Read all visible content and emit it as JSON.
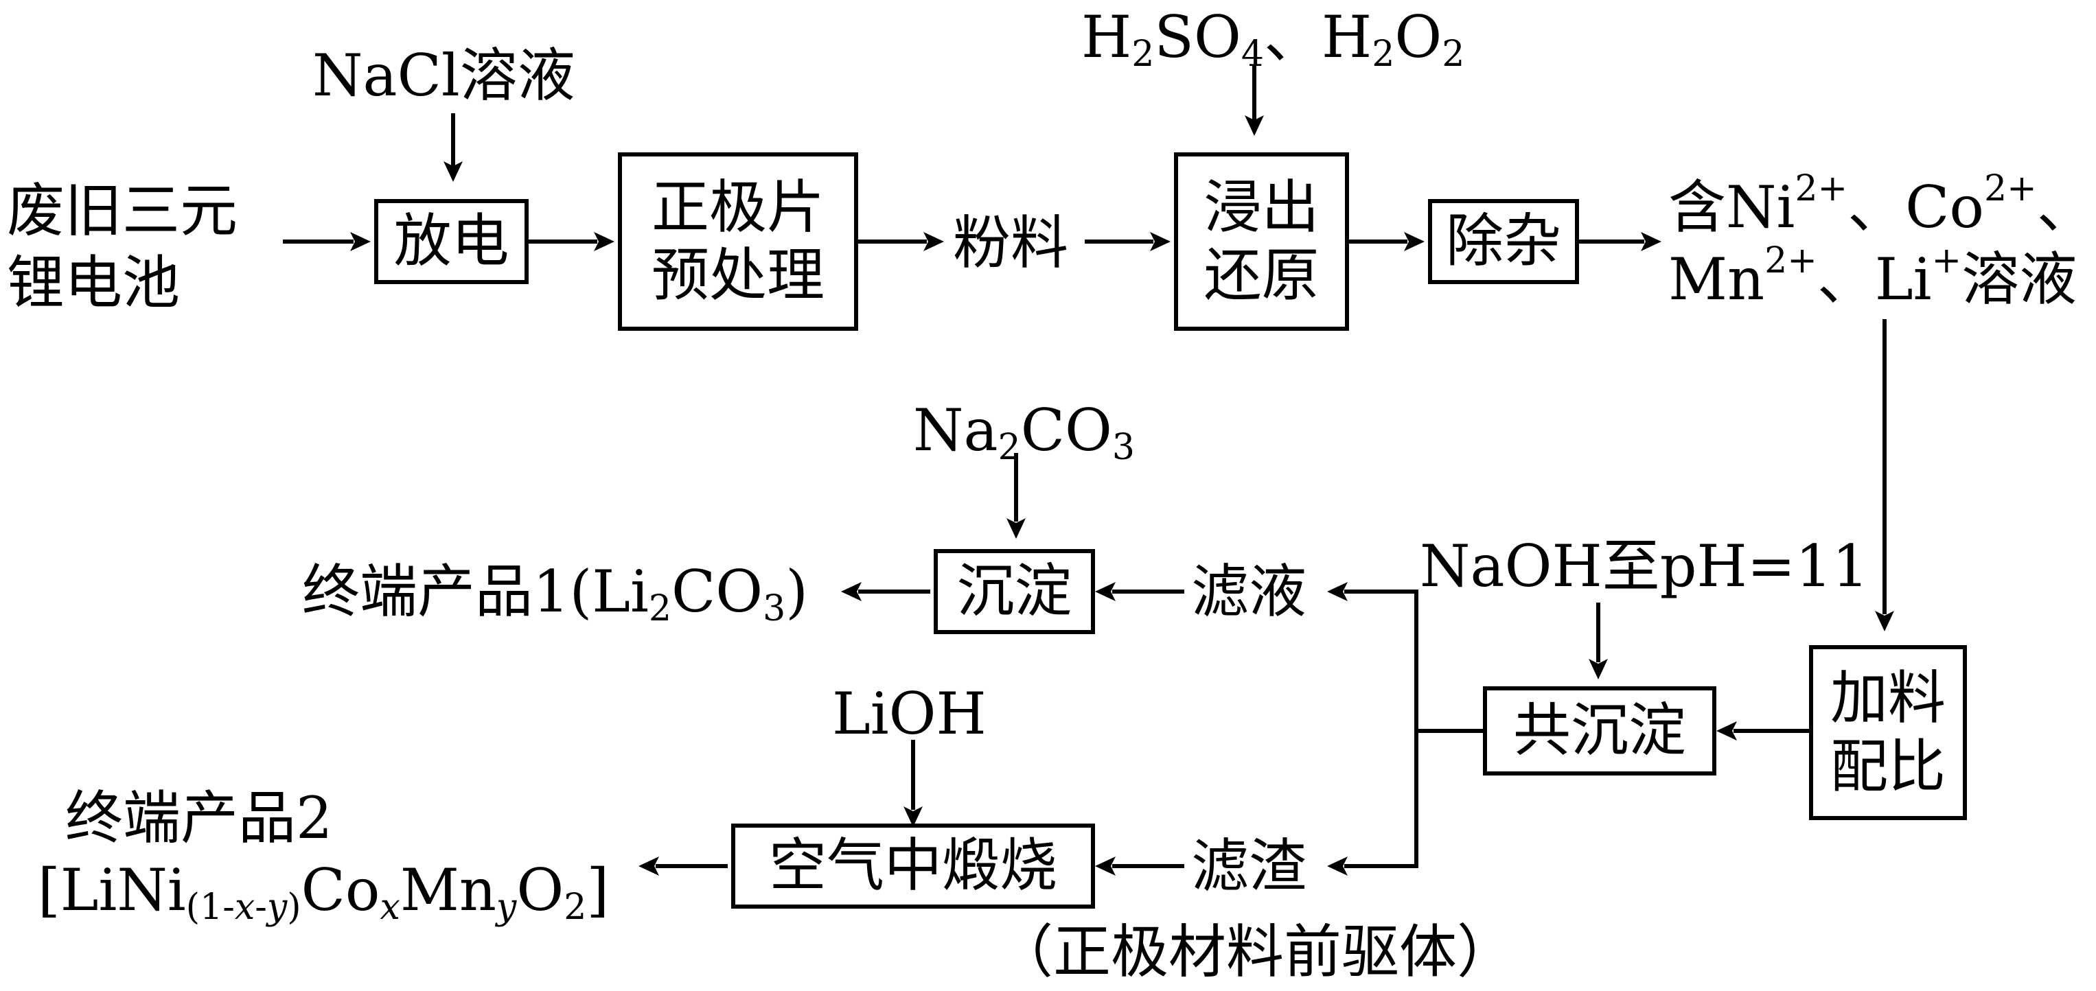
{
  "inputs": {
    "battery": [
      "废旧三元",
      "锂电池"
    ],
    "nacl": "NaCl溶液",
    "h2so4": "H",
    "h2so4_sub1": "2",
    "h2so4_b": "SO",
    "h2so4_sub2": "4",
    "h2o2_sep": "、",
    "h2o2": "H",
    "h2o2_sub1": "2",
    "h2o2_b": "O",
    "h2o2_sub2": "2",
    "na2co3_a": "Na",
    "na2co3_sub": "2",
    "na2co3_b": "CO",
    "na2co3_sub2": "3",
    "naoh": "NaOH至pH=11",
    "lioh": "LiOH"
  },
  "boxes": {
    "discharge": "放电",
    "pretreat": [
      "正极片",
      "预处理"
    ],
    "leach": [
      "浸出",
      "还原"
    ],
    "purify": "除杂",
    "ratio": [
      "加料",
      "配比"
    ],
    "coprecip": "共沉淀",
    "precip": "沉淀",
    "calcine": "空气中煅烧"
  },
  "intermediates": {
    "powder": "粉料",
    "solution_a": "含Ni",
    "solution_a_sup": "2+",
    "solution_b": "、Co",
    "solution_b_sup": "2+",
    "solution_c": "、",
    "solution_d": "Mn",
    "solution_d_sup": "2+",
    "solution_e": "、Li",
    "solution_e_sup": "+",
    "solution_f": "溶液",
    "filtrate": "滤液",
    "residue": "滤渣",
    "residue_note": "（正极材料前驱体）"
  },
  "products": {
    "p1_a": "终端产品1(Li",
    "p1_sub": "2",
    "p1_b": "CO",
    "p1_sub2": "3",
    "p1_c": ")",
    "p2_title": "终端产品2",
    "p2_a": "[LiNi",
    "p2_sub1": "(1-",
    "p2_sub1_x": "x",
    "p2_sub1_m": "-",
    "p2_sub1_y": "y",
    "p2_sub1_c": ")",
    "p2_b": "Co",
    "p2_sub2": "x",
    "p2_c": "Mn",
    "p2_sub3": "y",
    "p2_d": "O",
    "p2_sub4": "2",
    "p2_e": "]"
  }
}
